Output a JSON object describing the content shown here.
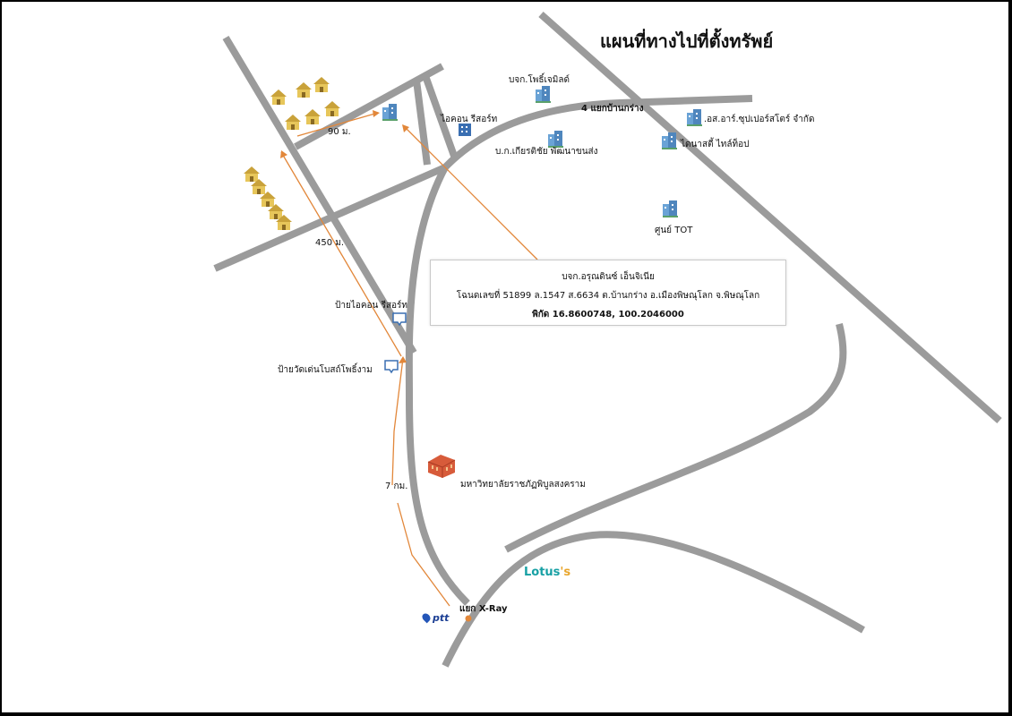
{
  "title": "แผนที่ทางไปที่ตั้งทรัพย์",
  "info_box": {
    "company": "บจก.อรุณดินซ์ เอ็นจิเนีย",
    "deed": "โฉนดเลขที่ 51899 ล.1547 ส.6634 ต.บ้านกร่าง อ.เมืองพิษณุโลก จ.พิษณุโลก",
    "coords": "พิกัด 16.8600748, 100.2046000"
  },
  "places": {
    "pho_charoen": "บจก.โพธิ์เจมิลด์",
    "intersection_4": "4 แยกบ้านกร่าง",
    "star_super": ".อส.อาร์.ซุปเปอร์สโตร์ จำกัด",
    "dynasty": "ไดนาสตี้ ไทล์ท็อป",
    "icon_resort": "ไอคอน รีสอร์ท",
    "kiatisak": "บ.ก.เกียรติชัย พัฒนาขนส่ง",
    "tot": "ศูนย์ TOT",
    "bus_stop_icon": "ป้ายไอคอน รีสอร์ท",
    "bus_stop_wat": "ป้ายวัดเด่นโบสถ์โพธิ์งาม",
    "university": "มหาวิทยาลัยราชภัฏพิบูลสงคราม",
    "xray": "แยก X-Ray",
    "lotus_main": "Lotus",
    "lotus_tail": "'s",
    "ptt": "ptt"
  },
  "distances": {
    "d90": "90 ม.",
    "d450": "450 ม.",
    "d7km": "7 กม."
  },
  "colors": {
    "road": "#9b9b9b",
    "route": "#e2873a",
    "building": "#6aa3d6",
    "house": "#e7c65a"
  },
  "icons": [
    "building-icon",
    "house-icon",
    "bus-stop-icon",
    "university-icon",
    "ptt-logo",
    "lotus-logo"
  ]
}
